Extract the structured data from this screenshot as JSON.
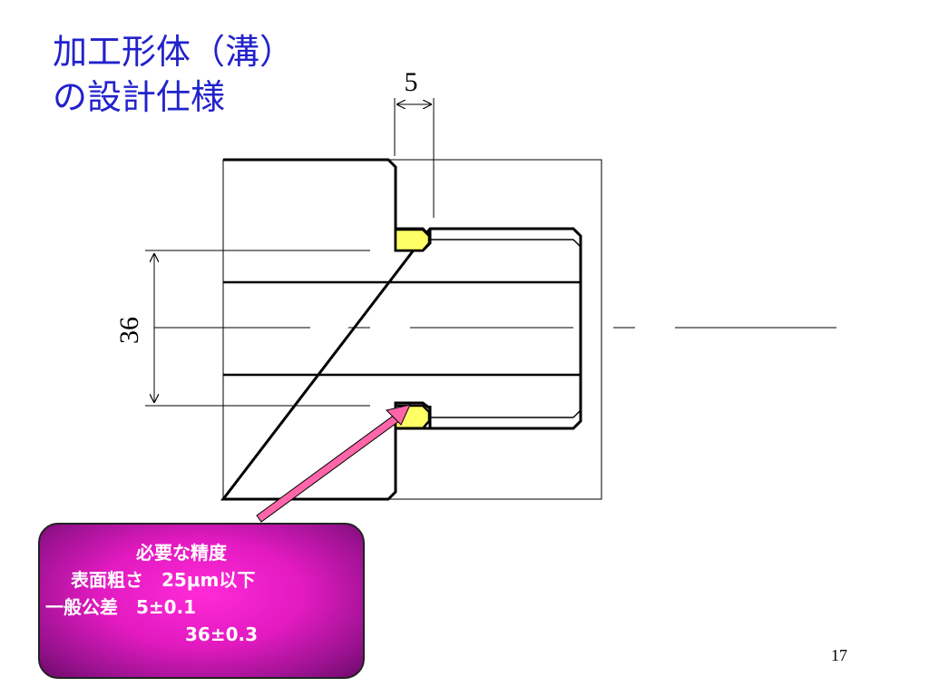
{
  "title": {
    "line1": "加工形体（溝）",
    "line2": "の設計仕様"
  },
  "dimensions": {
    "width_label": "5",
    "diameter_label": "36"
  },
  "callout": {
    "line1": "必要な精度",
    "line2": "表面粗さ　25μm以下",
    "line3": "一般公差　5±0.1",
    "line4": "36±0.3"
  },
  "page_number": "17",
  "colors": {
    "title": "#2222cc",
    "groove_fill": "#ffff66",
    "arrow": "#ff66aa",
    "callout_center": "#ff2ad8",
    "callout_edge": "#6d0a68"
  }
}
